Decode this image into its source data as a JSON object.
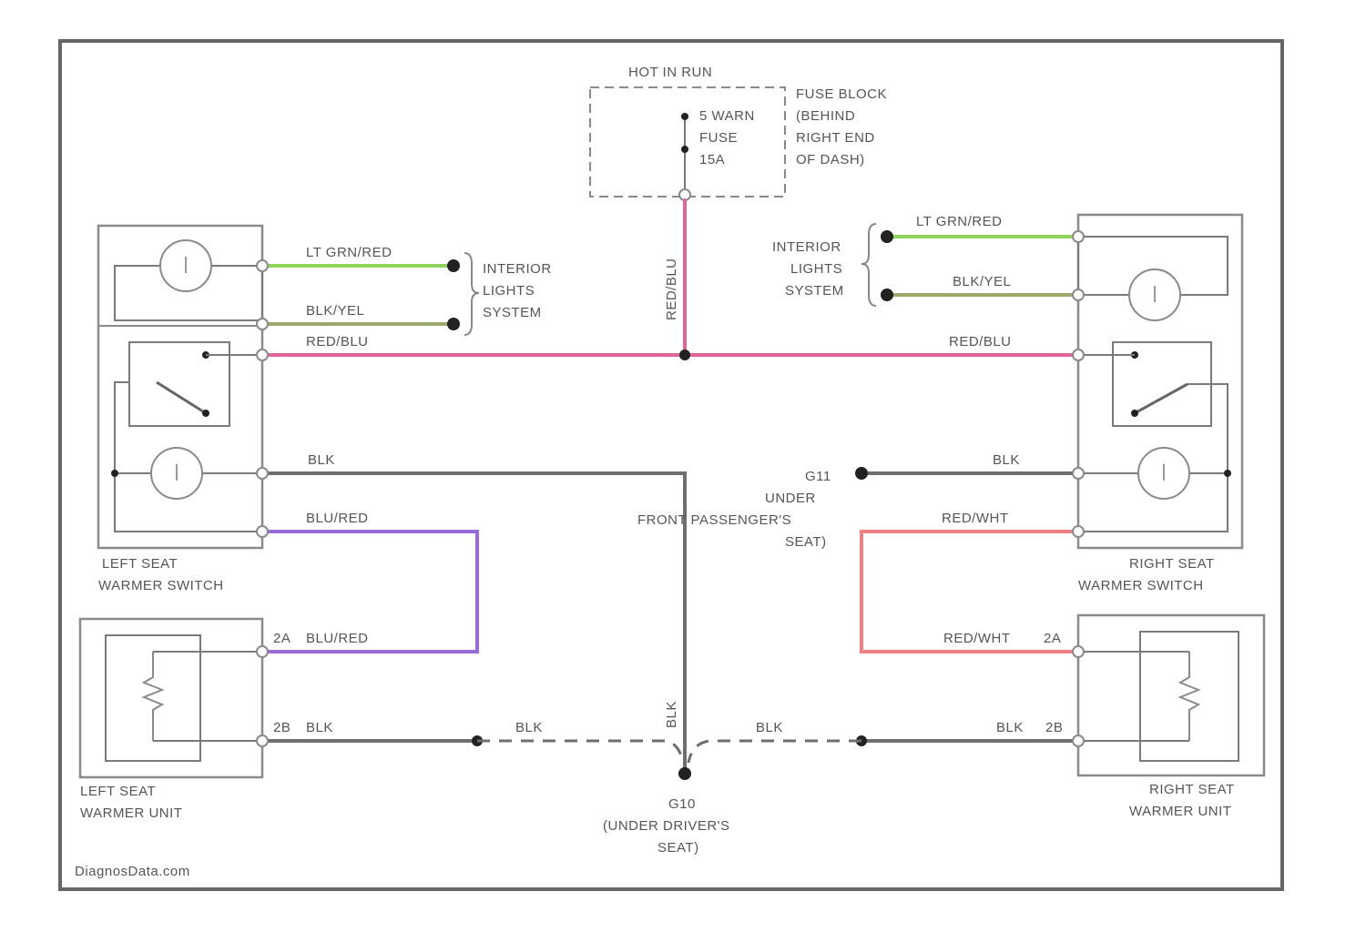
{
  "fuse_block": {
    "hot_in_run": "HOT IN RUN",
    "fuse_lines": [
      "5 WARN",
      "FUSE",
      "15A"
    ],
    "desc_lines": [
      "FUSE BLOCK",
      "(BEHIND",
      "RIGHT END",
      "OF DASH)"
    ]
  },
  "wires": {
    "lt_grn_red_left": "LT GRN/RED",
    "blk_yel_left": "BLK/YEL",
    "red_blu_left": "RED/BLU",
    "red_blu_vertical": "RED/BLU",
    "lt_grn_red_right": "LT GRN/RED",
    "blk_yel_right": "BLK/YEL",
    "red_blu_right": "RED/BLU",
    "blk_left_switch": "BLK",
    "blk_right_switch": "BLK",
    "blu_red_upper": "BLU/RED",
    "blu_red_lower": "BLU/RED",
    "red_wht_upper": "RED/WHT",
    "red_wht_lower": "RED/WHT",
    "blk_left_unit": "BLK",
    "blk_left_dashed": "BLK",
    "blk_vertical": "BLK",
    "blk_right_dashed": "BLK",
    "blk_right_unit": "BLK",
    "pin_2a_left": "2A",
    "pin_2b_left": "2B",
    "pin_2a_right": "2A",
    "pin_2b_right": "2B"
  },
  "interior_left": [
    "INTERIOR",
    "LIGHTS",
    "SYSTEM"
  ],
  "interior_right": [
    "INTERIOR",
    "LIGHTS",
    "SYSTEM"
  ],
  "ground_g11": {
    "id": "G11",
    "lines": [
      "UNDER",
      "FRONT PASSENGER'S",
      "SEAT)"
    ]
  },
  "ground_g10": {
    "id": "G10",
    "lines": [
      "(UNDER DRIVER'S",
      "SEAT)"
    ]
  },
  "components": {
    "left_switch": [
      "LEFT SEAT",
      "WARMER SWITCH"
    ],
    "right_switch": [
      "RIGHT SEAT",
      "WARMER SWITCH"
    ],
    "left_unit": [
      "LEFT SEAT",
      "WARMER UNIT"
    ],
    "right_unit": [
      "RIGHT SEAT",
      "WARMER UNIT"
    ]
  },
  "watermark": "DiagnosData.com",
  "colors": {
    "lt_grn_red": "#8fd45a",
    "blk_yel": "#9aa86a",
    "red_blu": "#e0649a",
    "blk": "#6e6e6e",
    "blu_red": "#9a6ad8",
    "red_wht": "#ef7f82"
  }
}
